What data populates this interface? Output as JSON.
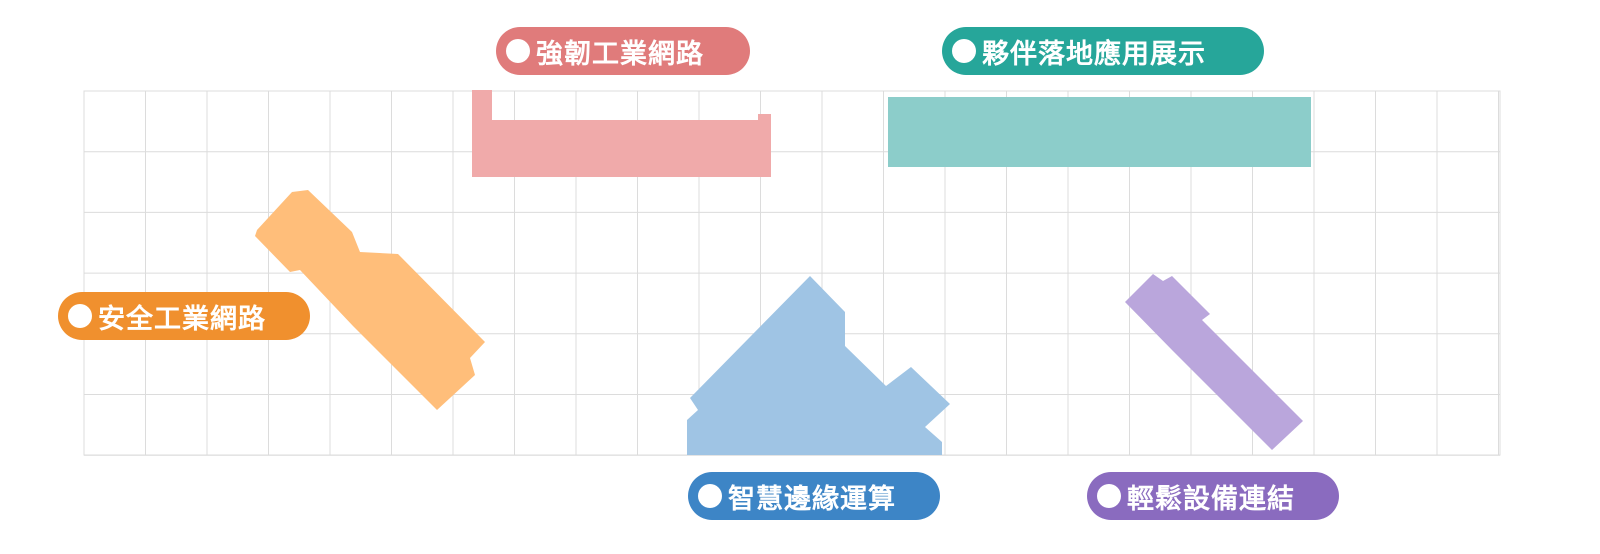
{
  "labels": {
    "resilient": "強韌工業網路",
    "partner": "夥伴落地應用展示",
    "secure": "安全工業網路",
    "edge": "智慧邊緣運算",
    "easy": "輕鬆設備連結"
  },
  "colors": {
    "grid": "#dcdcdc",
    "resilient_label": "#e07b7b",
    "resilient_shape": "#f0aaaa",
    "partner_label": "#26a69a",
    "partner_shape": "#8ccdca",
    "secure_label": "#f0902e",
    "secure_shape": "#ffbe7a",
    "edge_label": "#3d85c6",
    "edge_shape": "#9fc4e4",
    "easy_label": "#8a6bbf",
    "easy_shape": "#baa6dc"
  }
}
